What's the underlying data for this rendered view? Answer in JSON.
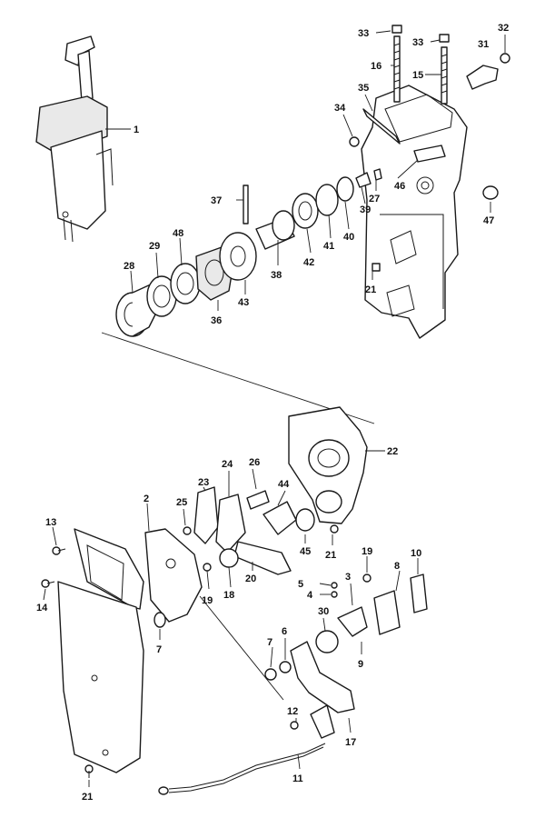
{
  "diagram": {
    "callouts": {
      "c1": "1",
      "c2": "2",
      "c3": "3",
      "c4": "4",
      "c5": "5",
      "c6": "6",
      "c7a": "7",
      "c7b": "7",
      "c8": "8",
      "c9": "9",
      "c10": "10",
      "c11": "11",
      "c12": "12",
      "c13": "13",
      "c14": "14",
      "c15": "15",
      "c16": "16",
      "c17": "17",
      "c18": "18",
      "c19a": "19",
      "c19b": "19",
      "c20": "20",
      "c21a": "21",
      "c21b": "21",
      "c21c": "21",
      "c22": "22",
      "c23": "23",
      "c24": "24",
      "c25": "25",
      "c26": "26",
      "c27": "27",
      "c28": "28",
      "c29": "29",
      "c30": "30",
      "c31": "31",
      "c32": "32",
      "c33a": "33",
      "c33b": "33",
      "c34": "34",
      "c35": "35",
      "c36": "36",
      "c37": "37",
      "c38": "38",
      "c39": "39",
      "c40": "40",
      "c41": "41",
      "c42": "42",
      "c43": "43",
      "c44": "44",
      "c45": "45",
      "c46": "46",
      "c47": "47",
      "c48": "48"
    },
    "colors": {
      "line": "#1a1a1a",
      "fill": "#ffffff",
      "shade": "#e9e9e9"
    }
  }
}
